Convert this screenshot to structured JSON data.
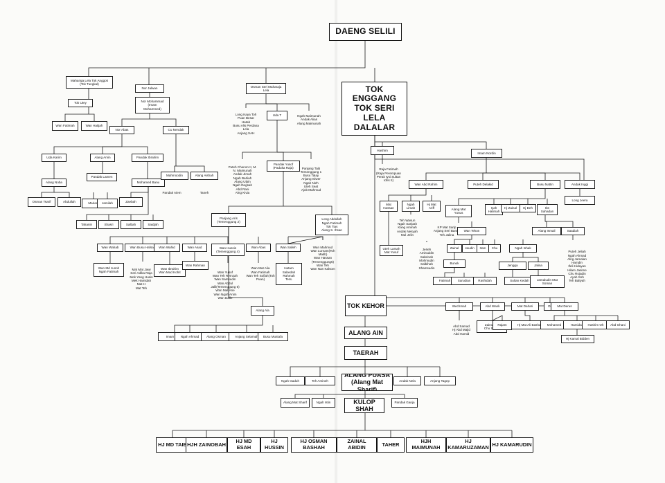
{
  "nodes": {
    "daeng_selili": "DAENG SELILI",
    "maharaja_lela": "Maharaja Lela Tok Anggok\n(Tok Tungkal)",
    "nor_jalwan": "Nor Jalwan",
    "osman_seri": "Osman Seri Maharaja\nLela",
    "tok_enggang": "TOK ENGGANG\nTOK SERI LELA\nDALALAR",
    "tok_utey": "Tok Utey",
    "nor_mohammad": "Nor Mohammad\n(Imam\nMohammed)",
    "wan_fatimah_1": "Wan Fatimah",
    "wan_hatijah": "Wan Hatijah",
    "nor_abas": "Nor Abas",
    "cu_nendak": "Cu Nendak",
    "long_kaya": "Long Kaya Toh\nPuan Besar\nHatab\nBusu Alis Perdana\nLela\nAnjang SAH",
    "uda_t": "Uda T",
    "ngah_maimunah": "Ngah Maimunah\nAndak Alias\nAlang Maimunah",
    "hashim": "Hashim",
    "imam_nordin": "Imam Nordin",
    "raja_fatimah": "Raja Fatimah\n(Raja Perempuan\nPerak Iysi Sultan\nIdris II)",
    "uda_karim": "Uda Karim",
    "alang_amin": "Alang Amin",
    "pandak_ibrahim": "Pandak Ibrahim",
    "alang_noba": "Alang Noba",
    "pandak_lamen": "Pandak Lamen",
    "mohamed_banu": "Mohamed Banu",
    "mahmoodin": "Mahmoodin",
    "alang_aishah": "Alang Aishah",
    "pandak_aiem": "Pandak Aiem",
    "taneh": "Taneh",
    "osman_tsarif": "Osman Tsarif",
    "abdullah": "Abdullah",
    "mariam": "Mariam",
    "jamilah": "Jamilah",
    "zaebah": "Zaebah",
    "tahanin": "Tahanin",
    "shasri": "Shasri",
    "salbah": "Salbah",
    "saidjah": "Saidjah",
    "puteh_chenon": "Puteh Chenon II, M.\nN. Maimunah\nAndak Jimah\nNgah Barliah\nAlang Ulpin\nNgah Degsah\nAbd Rani\nAlng Kivia",
    "pandak_yusof": "Pandak Yusof\n(Paduka Raja)",
    "panjang_taib": "Panjang Taib\nTemenggung 1\nBusu Talay\nAnjang Isiwer\nNgah Nizh\nUteh Seat\nAjob Mahmud",
    "wan_abd_rahim": "Wan Abd Rahim",
    "puteh_delakid": "Puteh Delakid",
    "busu_nattin": "Busu Nattin",
    "andak_inggi": "Andak Inggi",
    "long_jeera": "Long Jeera",
    "wan_hassan": "Mat\nHassan",
    "ngah_limah": "Ngah\nLimah",
    "hj_mat_ariff": "Hj Mat\nAriff",
    "teh_wasun": "Teh Wasun\nNgah Saripah\nKang Aminah\nAndak Nesyah\nMul Jelin",
    "panjang_aris": "Panjang Aris\n(Temenggung 2)",
    "long_abdullah": "Long Abdullah\nNgah Fatimah\nTok Tias\nAlang S. Ihsan",
    "alang_mat_yunus": "Alang Mat\nYunus",
    "iyah_halimah": "Iyah\nHalimah",
    "hj_zainal": "Hj Zainal",
    "hj_deh": "Hj Deh",
    "ibn_sahadan": "Ibn\nSahadan",
    "kp_mat_sarip": "KP Mat Sarip\nAnjang Seri Banun\nTeh Jalina",
    "wan_tekon": "Wan Tekon",
    "alang_ismail": "Alang Ismail",
    "saadiah": "Saadiah",
    "jerieh_list": "Jerieh\nAmiruddin\nSabrinah\nMohmudin\nSalbihah\nShamsudin",
    "puteh_jeliah": "Puteh Jeliah\nNgah Ahmad\nAlng Jamalan\nHamdin\nIfeli Hidayan\nHilam Jasime\nChu Rojadin\nAyah Soh\nTeh Baliyah",
    "uteh_lamah": "Uteh Lamah\nMat Yusuf",
    "wan_wahab": "Wan Wahab",
    "wan_busu_hafsah": "Wan Busu Hafsah",
    "wan_wahid": "Wan Wahid",
    "wan_asad": "Wan Asad",
    "wan_husin": "Wan Hussin\n(Temenggung 4)",
    "wan_abas": "Wan Abas",
    "wan_salleh": "Wan Salleh",
    "wan_mahmud": "Wan Mahmud\nWan Lurnam(Toh\nMatib)\nWan Hassan\n(Temenggung5)\nWan Teh\nWan Nan Kalsom",
    "zainal": "Zainal",
    "jaudin": "Jaudin",
    "itam": "Itam",
    "chu": "Chu",
    "ngah_ishak": "Ngah Ishak",
    "wan_md_jusoh": "Wan Md Jusoh\nNgah Fatimah",
    "mat_mat_jawi": "Mat Mat Jawi\nSeri Adika Raja\nMek Yang Husin\nMek Hamidah\nMat H\nMat Teh",
    "wan_ibrahim": "Wan Ibrahim\nWan Mod Kohit",
    "wan_rahman": "Wan Rahman",
    "wan_yusof_list": "Wan Yusof\nWan Teh Remzah\nWan Samsudin\nWan Abdul\nJalil(Temenggung 6)\nWan Mat Arie\nWan Ngah Anim\nWan Dalle",
    "wan_mat_alia": "Wan Mat Alia\nWan Fatimah\nWan Teh Sofiah(Toh\nPuan)",
    "hatam_list": "Hatam\nSabedah\nRahmah\nTenL",
    "bunok": "Bunok",
    "jengga": "Jengga",
    "jalina": "Jalina",
    "fatimah_b": "Fatimah",
    "sarudin": "Sarudian",
    "rashidah": "Rashidah",
    "sultan_kedah": "Sultan Kedah",
    "jamaludin": "Jamaludin Mat\nSoman",
    "alang_ala": "Alang Ala",
    "tok_kehor": "TOK KEHOR",
    "wechmah": "Wechmah",
    "abd_wank": "Abd Wank",
    "mat_dahari": "Mat Dahari",
    "oh": "Oh",
    "mat_derus": "Mat Derus",
    "abd_samad": "Abd Samad\nHj Abd Majid\nAbd Hamid",
    "zainuddin": "Zainuddin\nChu Salleh",
    "rajam": "Rajam",
    "hj_mat_ali": "Hj Mat Ali Bashah",
    "mohamed": "Mohamed",
    "hamidah": "Hamidah",
    "hashim_oh": "Hashim Oh",
    "abd_ghani": "Abd Ghani",
    "hj_kamal": "Hj Kamal Bidden",
    "imam_bidah": "Imam Bidah",
    "ngah_ahmad": "Ngah Ahmad",
    "alang_osman": "Alang Osman",
    "anjang_selamah": "Anjang Selamah",
    "busu_mustafa": "Busu Mustafa",
    "alang_ain": "ALANG AIN",
    "taerah": "TAERAH",
    "ngah_gaduh": "Ngah Gaduh",
    "teh_amineh": "Teh Amineh",
    "alang_puasa": "ALANG PUASA\n(Alang Mat Sharif)",
    "andak_nela": "Andak Nela",
    "anjang_tagep": "Anjang Tagep",
    "alang_mat_sharif": "Alang Mat Sharif",
    "ngah_istin": "Ngah Istin",
    "kulop_shah": "KULOP SHAH",
    "pandak_ganja": "Pandak Ganja",
    "hj_md_taib": "HJ MD TAIB",
    "hjh_zainobah": "HJH ZAINOBAH",
    "hj_md_esah": "HJ MD ESAH",
    "hj_hussin": "HJ HUSSIN",
    "hj_osman_bashah": "HJ OSMAN BASHAH",
    "zainal_abidin": "ZAINAL ABIDIN",
    "taher": "TAHER",
    "hjh_maimunah": "HJH MAIMUNAH",
    "hj_kamaruzaman": "HJ KAMARUZAMAN",
    "hj_kamarudin": "HJ KAMARUDIN"
  }
}
